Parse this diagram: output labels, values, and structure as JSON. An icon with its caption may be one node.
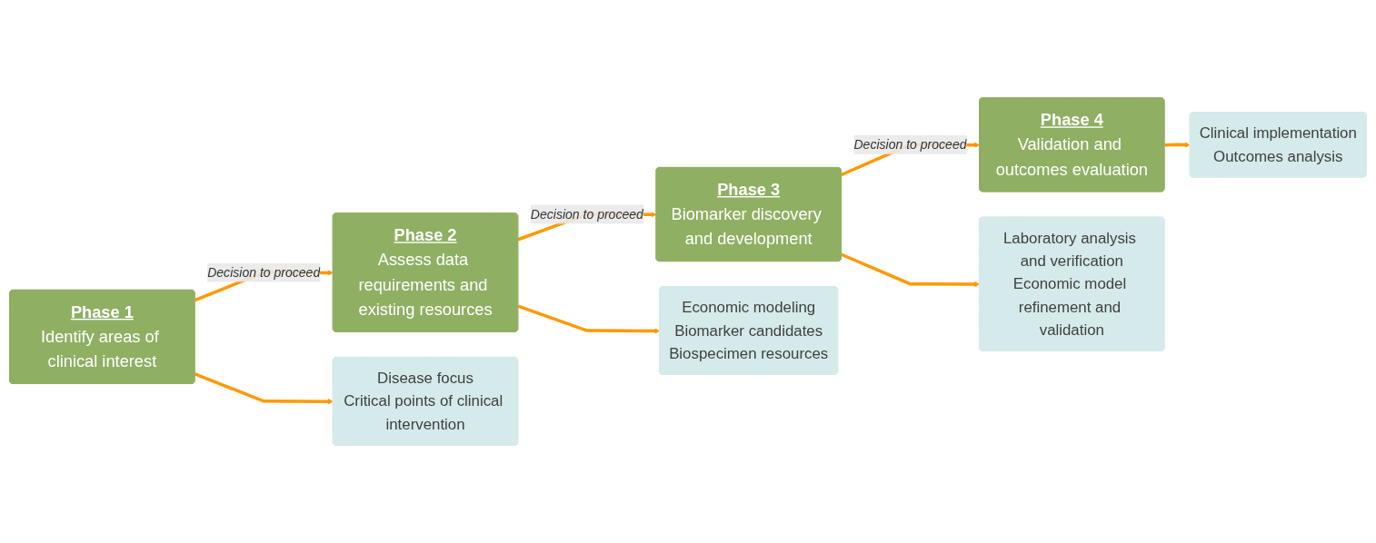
{
  "diagram": {
    "nodes": [
      {
        "text": [
          "Phase 1",
          "Identify areas of clinical interest"
        ]
      },
      {
        "text": [
          "Phase 2",
          "Assess data requirements and existing resources"
        ]
      },
      {
        "text": [
          "Phase 3",
          "Biomarker discovery and development"
        ]
      },
      {
        "text": [
          "Phase 4",
          "Validation and outcomes evaluation"
        ]
      },
      {
        "text": [
          "Disease focus",
          "Critical points of clinical intervention"
        ]
      },
      {
        "text": [
          "Economic modeling",
          "Biomarker candidates",
          "Biospecimen resources"
        ]
      },
      {
        "text": [
          "Laboratory analysis and verification",
          "Economic model refinement and validation"
        ]
      },
      {
        "text": [
          "Clinical implementation",
          "Outcomes analysis"
        ]
      }
    ],
    "edges": [
      {
        "from": 0,
        "to": 1,
        "arrow": "to",
        "label": "Decision to proceed",
        "color": "#ff9900"
      },
      {
        "from": 1,
        "to": 2,
        "arrow": "to",
        "label": "Decision to proceed",
        "color": "#ff9900"
      },
      {
        "from": 2,
        "to": 3,
        "arrow": "to",
        "label": "Decision to proceed",
        "color": "#ff9900"
      },
      {
        "from": 0,
        "to": 4,
        "arrow": "to",
        "color": "#ff9900"
      },
      {
        "from": 1,
        "to": 5,
        "arrow": "to",
        "color": "#ff9900"
      },
      {
        "from": 2,
        "to": 6,
        "arrow": "to",
        "color": "#ff9900"
      },
      {
        "from": 3,
        "to": 7,
        "arrow": "to",
        "color": "#ff9900"
      }
    ]
  }
}
